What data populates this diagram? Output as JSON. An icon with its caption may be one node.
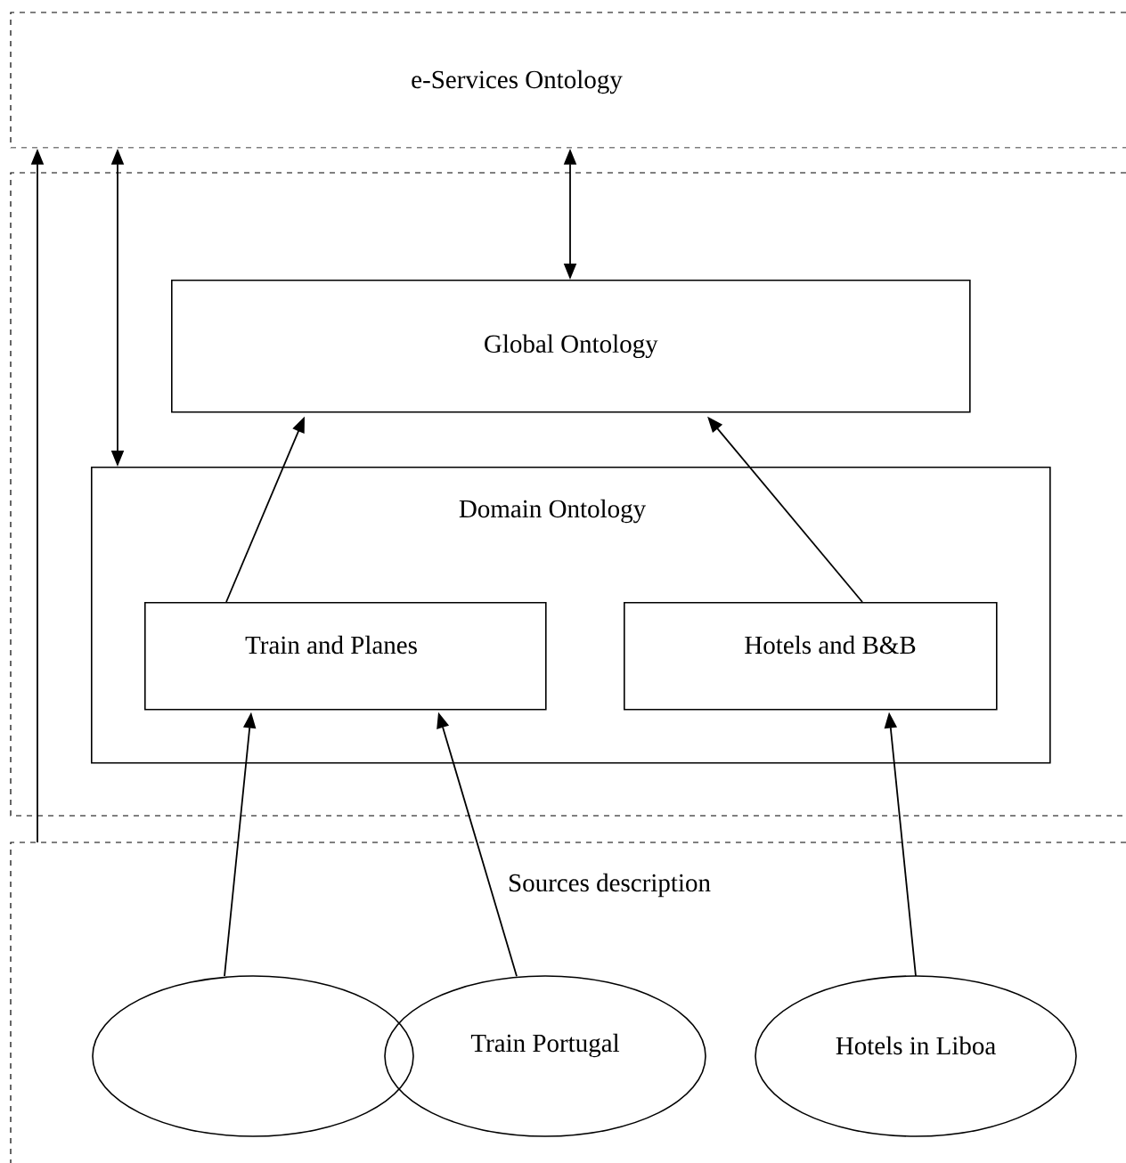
{
  "diagram": {
    "nodes": [
      {
        "text": [
          "e-Services Ontology"
        ]
      },
      {
        "text": [],
        "shape": "box"
      },
      {
        "text": [
          "Global Ontology"
        ],
        "in": 1
      },
      {
        "text": [
          "Domain Ontology"
        ],
        "in": 1
      },
      {
        "text": [
          "Train and Planes"
        ],
        "in": 3
      },
      {
        "text": [
          "Hotels and B&B"
        ],
        "in": 3
      },
      {
        "text": [
          "Sources description"
        ]
      },
      {
        "text": [],
        "shape": "circle",
        "in": 6
      },
      {
        "text": [
          "Train Portugal"
        ],
        "in": 6
      },
      {
        "text": [
          "Hotels in Liboa"
        ],
        "in": 6
      }
    ],
    "edges": [
      {
        "from": 6,
        "to": 0,
        "arrow": "to"
      },
      {
        "from": 3,
        "to": 0,
        "arrow": "both"
      },
      {
        "from": 2,
        "to": 0,
        "arrow": "both"
      },
      {
        "from": 4,
        "to": 2,
        "arrow": "to"
      },
      {
        "from": 5,
        "to": 2,
        "arrow": "to"
      },
      {
        "from": 7,
        "to": 4,
        "arrow": "to"
      },
      {
        "from": 8,
        "to": 4,
        "arrow": "to"
      },
      {
        "from": 9,
        "to": 5,
        "arrow": "to"
      }
    ]
  }
}
